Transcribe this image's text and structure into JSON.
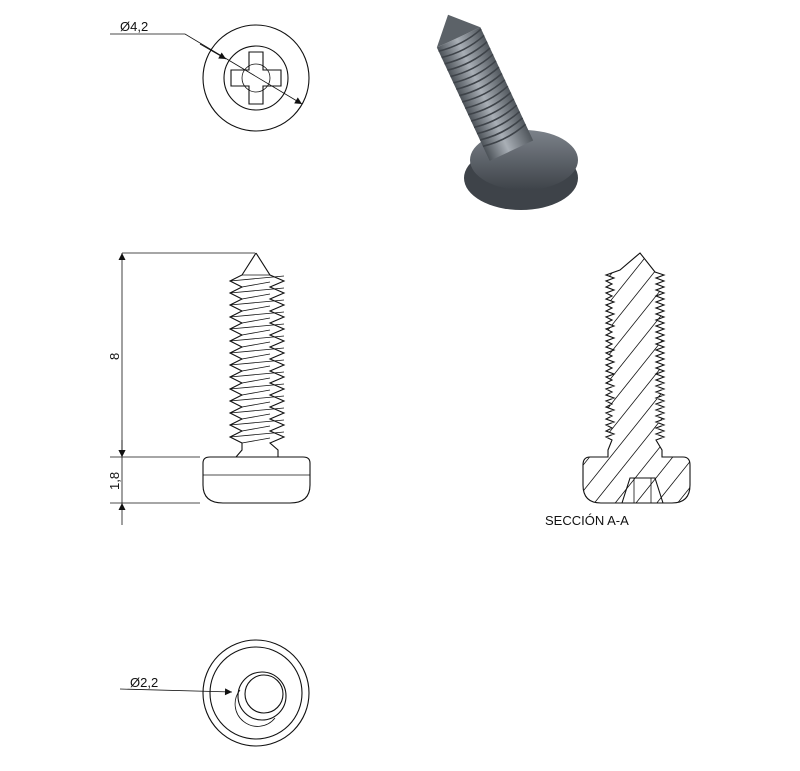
{
  "drawing": {
    "top_view": {
      "dimension_label": "Ø4,2"
    },
    "front_view": {
      "length_label": "8",
      "head_height_label": "1,8"
    },
    "section_view": {
      "title": "SECCIÓN A-A"
    },
    "bottom_view": {
      "dimension_label": "Ø2,2"
    },
    "render": {
      "body_color": "#6e747c",
      "shadow_color": "#3e4349",
      "highlight_color": "#a9afb6"
    }
  }
}
